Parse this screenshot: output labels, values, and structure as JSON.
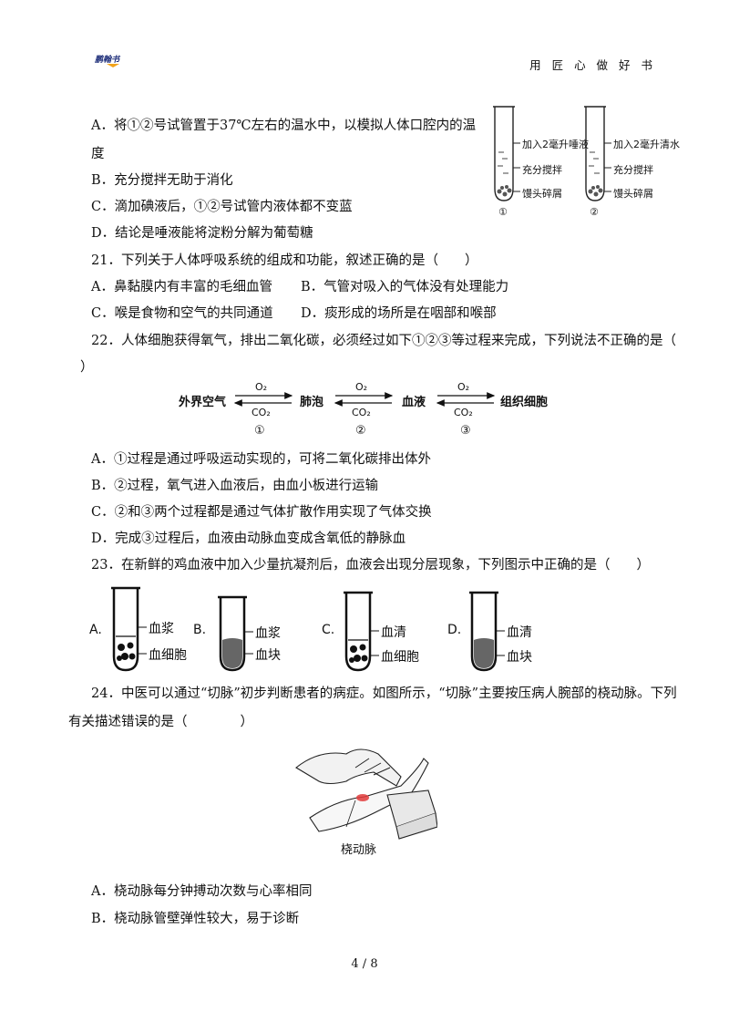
{
  "header": {
    "logo_text": "鹏翰书",
    "slogan": "用 匠 心 做 好 书"
  },
  "q20": {
    "options": [
      "A．将①②号试管置于37℃左右的温水中，以模拟人体口腔内的温",
      "度",
      "B．充分搅拌无助于消化",
      "C．滴加碘液后，①②号试管内液体都不变蓝",
      "D．结论是唾液能将淀粉分解为葡萄糖"
    ],
    "figure": {
      "tube1": {
        "add": "加入2毫升唾液",
        "stir": "充分搅拌",
        "crumbs": "馒头碎屑",
        "num": "①"
      },
      "tube2": {
        "add": "加入2毫升清水",
        "stir": "充分搅拌",
        "crumbs": "馒头碎屑",
        "num": "②"
      }
    }
  },
  "q21": {
    "stem": "21．下列关于人体呼吸系统的组成和功能，叙述正确的是（　　）",
    "options": [
      "A．鼻黏膜内有丰富的毛细血管",
      "B．气管对吸入的气体没有处理能力",
      "C．喉是食物和空气的共同通道",
      "D．痰形成的场所是在咽部和喉部"
    ]
  },
  "q22": {
    "stem_line1": "22．人体细胞获得氧气，排出二氧化碳，必须经过如下①②③等过程来完成，下列说法不正确的是（",
    "stem_line2": "）",
    "flow": {
      "nodes": [
        "外界空气",
        "肺泡",
        "血液",
        "组织细胞"
      ],
      "o2": "O₂",
      "co2": "CO₂",
      "steps": [
        "①",
        "②",
        "③"
      ]
    },
    "options": [
      "A．①过程是通过呼吸运动实现的，可将二氧化碳排出体外",
      "B．②过程，氧气进入血液后，由血小板进行运输",
      "C．②和③两个过程都是通过气体扩散作用实现了气体交换",
      "D．完成③过程后，血液由动脉血变成含氧低的静脉血"
    ]
  },
  "q23": {
    "stem": "23．在新鲜的鸡血液中加入少量抗凝剂后，血液会出现分层现象，下列图示中正确的是（　　）",
    "choices": [
      {
        "letter": "A.",
        "top": "血浆",
        "bottom": "血细胞"
      },
      {
        "letter": "B.",
        "top": "血浆",
        "bottom": "血块"
      },
      {
        "letter": "C.",
        "top": "血清",
        "bottom": "血细胞"
      },
      {
        "letter": "D.",
        "top": "血清",
        "bottom": "血块"
      }
    ]
  },
  "q24": {
    "stem_line1": "24．中医可以通过“切脉”初步判断患者的病症。如图所示，“切脉”主要按压病人腕部的桡动脉。下列",
    "stem_line2": "有关描述错误的是（　　　　）",
    "figure_label": "桡动脉",
    "options": [
      "A．桡动脉每分钟搏动次数与心率相同",
      "B．桡动脉管壁弹性较大，易于诊断"
    ]
  },
  "footer": {
    "page": "4 / 8"
  }
}
